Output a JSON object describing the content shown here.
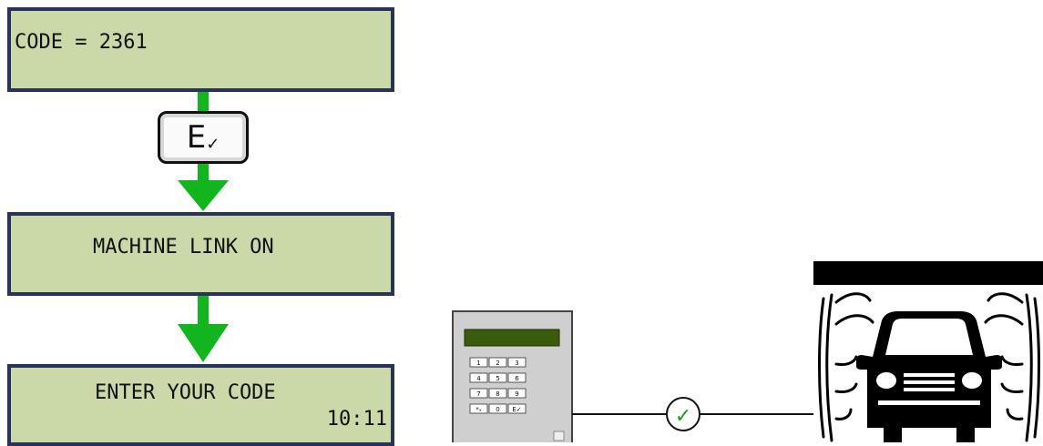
{
  "screens": [
    {
      "line1": "CODE = 2361",
      "line2": ""
    },
    {
      "line1": "MACHINE LINK ON",
      "line2": ""
    },
    {
      "line1": "ENTER YOUR CODE",
      "line2": "10:11"
    }
  ],
  "key": {
    "letter": "E",
    "mark": "✓"
  },
  "keypad": {
    "keys": [
      "1",
      "2",
      "3",
      "4",
      "5",
      "6",
      "7",
      "8",
      "9",
      "*ₓ",
      "0",
      "E✓"
    ]
  },
  "connection": {
    "status_mark": "✓"
  },
  "colors": {
    "lcd_bg": "#cad9a7",
    "lcd_border": "#283359",
    "arrow": "#12b51d",
    "keypad_display": "#3a5a0c"
  }
}
